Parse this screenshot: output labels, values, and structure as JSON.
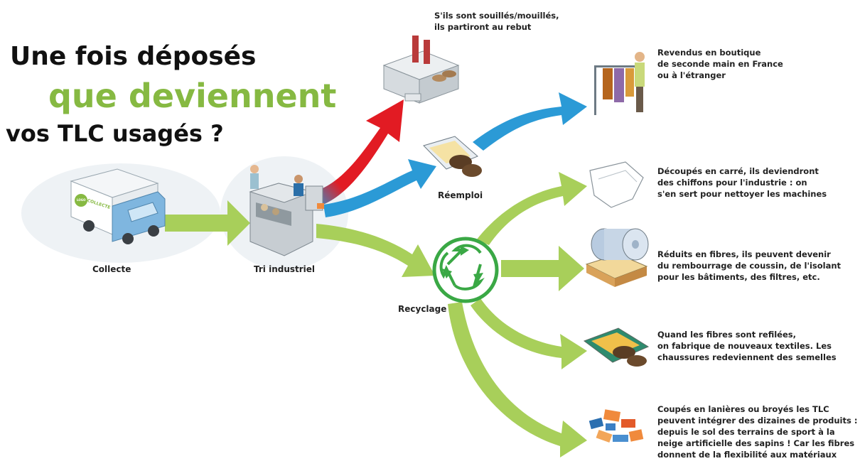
{
  "title": {
    "line1": "Une fois déposés",
    "line2": "que deviennent",
    "line3": "vos TLC usagés ?"
  },
  "colors": {
    "green_accent": "#86b942",
    "red_arrow": "#e21b23",
    "blue_arrow": "#2b9ad6",
    "text_dark": "#222222"
  },
  "truck": {
    "label": "COLLECTE",
    "logo_label": "LOGO"
  },
  "steps": {
    "collecte": "Collecte",
    "tri": "Tri industriel",
    "reemploi": "Réemploi",
    "recyclage": "Recyclage"
  },
  "destinations": {
    "rebut": [
      "S'ils sont souillés/mouillés,",
      "ils partiront au rebut"
    ],
    "boutique": [
      "Revendus en boutique",
      "de seconde main en France",
      "ou à l'étranger"
    ],
    "chiffons": [
      "Découpés en carré, ils deviendront",
      "des chiffons  pour l'industrie : on",
      "s'en sert pour nettoyer les machines"
    ],
    "fibres": [
      "Réduits en fibres, ils peuvent devenir",
      "du rembourrage de coussin, de l'isolant",
      "pour les bâtiments, des filtres, etc."
    ],
    "textiles": [
      "Quand les fibres sont refilées,",
      "on fabrique de nouveaux textiles. Les",
      "chaussures redeviennent des semelles"
    ],
    "lanieres": [
      "Coupés en lanières ou broyés les TLC",
      "peuvent intégrer des dizaines de produits :",
      "depuis le sol des terrains de sport à la",
      "neige artificielle des sapins ! Car les fibres",
      "donnent de la flexibilité aux matériaux"
    ]
  }
}
